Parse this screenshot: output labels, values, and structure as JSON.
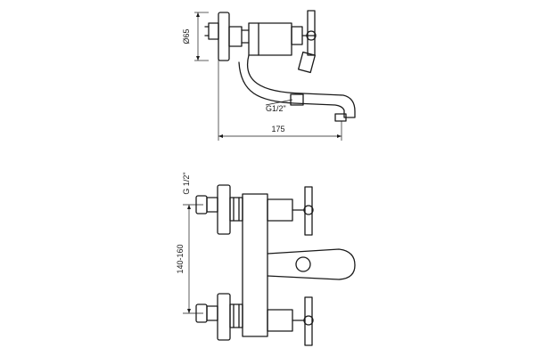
{
  "dimensions": {
    "diameter_label": "Ø65",
    "thread_label_top": "G1/2\"",
    "length_label": "175",
    "thread_label_front": "G 1/2\"",
    "spacing_label": "140-160"
  }
}
